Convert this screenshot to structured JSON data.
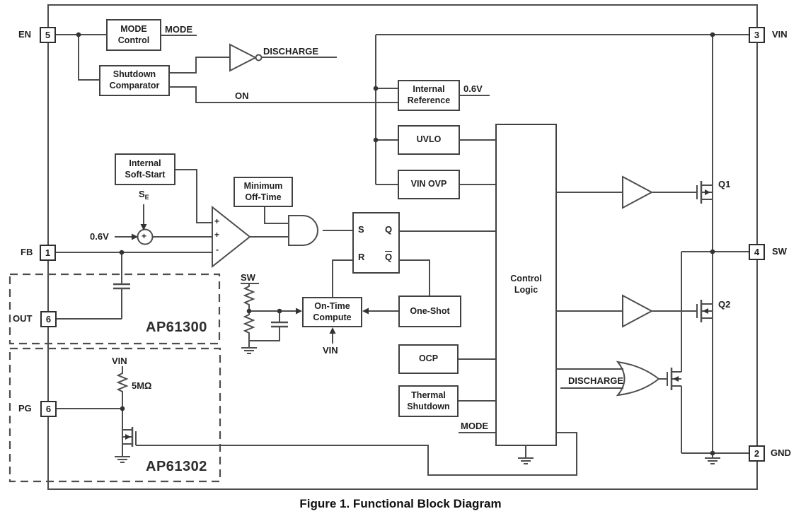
{
  "figure_caption": "Figure 1. Functional Block Diagram",
  "pins": {
    "en": {
      "num": "5",
      "label": "EN"
    },
    "fb": {
      "num": "1",
      "label": "FB"
    },
    "out": {
      "num": "6",
      "label": "OUT"
    },
    "pg": {
      "num": "6",
      "label": "PG"
    },
    "vin": {
      "num": "3",
      "label": "VIN"
    },
    "sw": {
      "num": "4",
      "label": "SW"
    },
    "gnd": {
      "num": "2",
      "label": "GND"
    }
  },
  "blocks": {
    "mode_control": "MODE\nControl",
    "shutdown_comparator": "Shutdown\nComparator",
    "internal_soft_start": "Internal\nSoft-Start",
    "minimum_off_time": "Minimum\nOff-Time",
    "internal_reference": "Internal\nReference",
    "uvlo": "UVLO",
    "vin_ovp": "VIN OVP",
    "on_time_compute": "On-Time\nCompute",
    "one_shot": "One-Shot",
    "ocp": "OCP",
    "thermal_shutdown": "Thermal\nShutdown",
    "control_logic": "Control\nLogic"
  },
  "latch": {
    "s": "S",
    "q": "Q",
    "r": "R",
    "qbar": "Q"
  },
  "comparator": {
    "plus": "+",
    "minus": "-"
  },
  "summing": {
    "plus": "+"
  },
  "se": {
    "base": "S",
    "sub": "E"
  },
  "labels": {
    "mode_top": "MODE",
    "discharge_top": "DISCHARGE",
    "on": "ON",
    "ref_out": "0.6V",
    "vref": "0.6V",
    "sw_divider": "SW",
    "vin_on_time": "VIN",
    "vin_pg": "VIN",
    "r5m": "5MΩ",
    "discharge_or": "DISCHARGE",
    "mode_control_logic": "MODE",
    "q1": "Q1",
    "q2": "Q2",
    "variant_a": "AP61300",
    "variant_b": "AP61302"
  },
  "colors": {
    "line": "#4d4d4d",
    "text": "#1f1f1f"
  }
}
